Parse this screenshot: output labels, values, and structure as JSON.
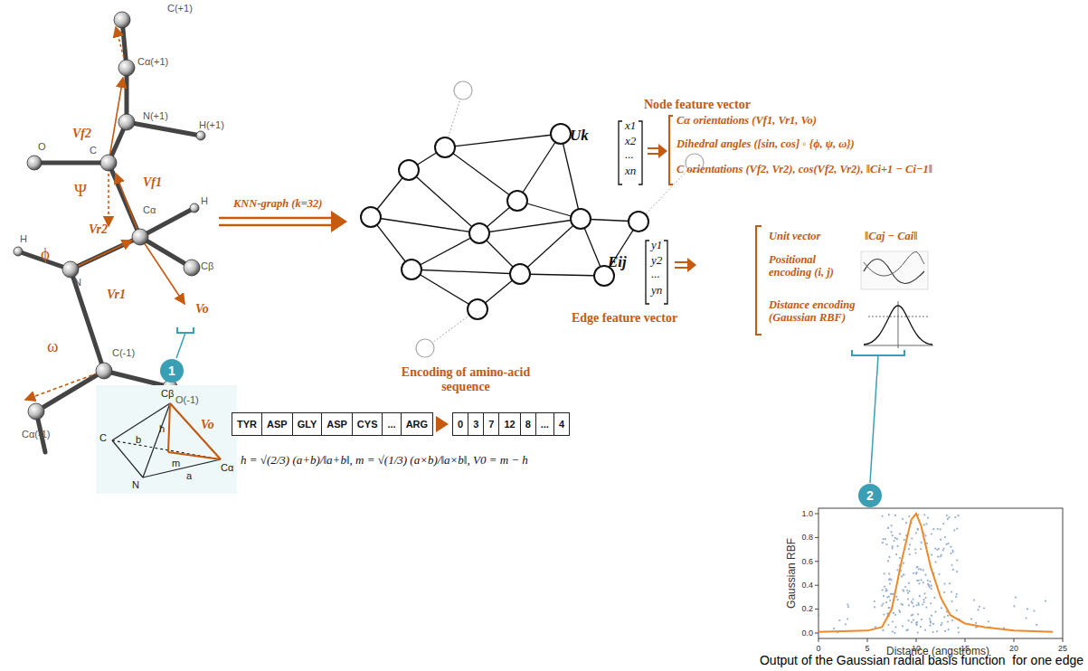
{
  "diagram": {
    "caption": "Output of the Gaussian radial basis function  for one edge",
    "nodes": [
      {
        "text": [
          "TYR",
          "ASP",
          "GLY",
          "ASP",
          "CYS",
          "...",
          "ARG"
        ]
      },
      {
        "text": [
          "0",
          "3",
          "7",
          "12",
          "8",
          "...",
          "4"
        ]
      },
      {
        "text": [
          "1"
        ]
      },
      {
        "text": [
          "2"
        ]
      }
    ],
    "edges": [
      {
        "from": 0,
        "to": 1,
        "arrow": "to"
      }
    ],
    "labels": [
      "C(+1)",
      "Cα(+1)",
      "N(+1)",
      "H(+1)",
      "O",
      "C",
      "Vf2",
      "Vf1",
      "Ψ",
      "Vr2",
      "H",
      "Cα",
      "ϕ",
      "N",
      "H",
      "Vr1",
      "Cβ",
      "Vo",
      "ω",
      "C(-1)",
      "O(-1)",
      "Cα(-1)",
      "KNN-graph (k=32)",
      "Node feature vector",
      "Uk",
      "x1",
      "x2",
      "...",
      "xn",
      "Cα orientations (Vf1, Vr1, Vo)",
      "Dihedral angles ([sin, cos] ◦ {ϕ, ψ, ω})",
      "C orientations (Vf2, Vr2), cos(Vf2, Vr2), ‖Ci+1 − Ci−1‖",
      "Eij",
      "y1",
      "y2",
      "...",
      "yn",
      "Edge feature vector",
      "Unit vector",
      "‖Caj − Cai‖",
      "Positional encoding (i, j)",
      "Distance encoding (Gaussian RBF)",
      "Encoding of amino-acid sequence",
      "Cβ",
      "C",
      "b",
      "h",
      "Vo",
      "m",
      "Cα",
      "N",
      "a",
      "h = √(2/3) (a+b)/‖a+b‖, m = √(1/3) (a×b)/‖a×b‖, V0 = m − h",
      "Gaussian RBF",
      "Distance (angstroms)",
      "0.0",
      "0.2",
      "0.4",
      "0.6",
      "0.8",
      "1.0",
      "0",
      "5",
      "10",
      "15",
      "20",
      "25"
    ]
  }
}
